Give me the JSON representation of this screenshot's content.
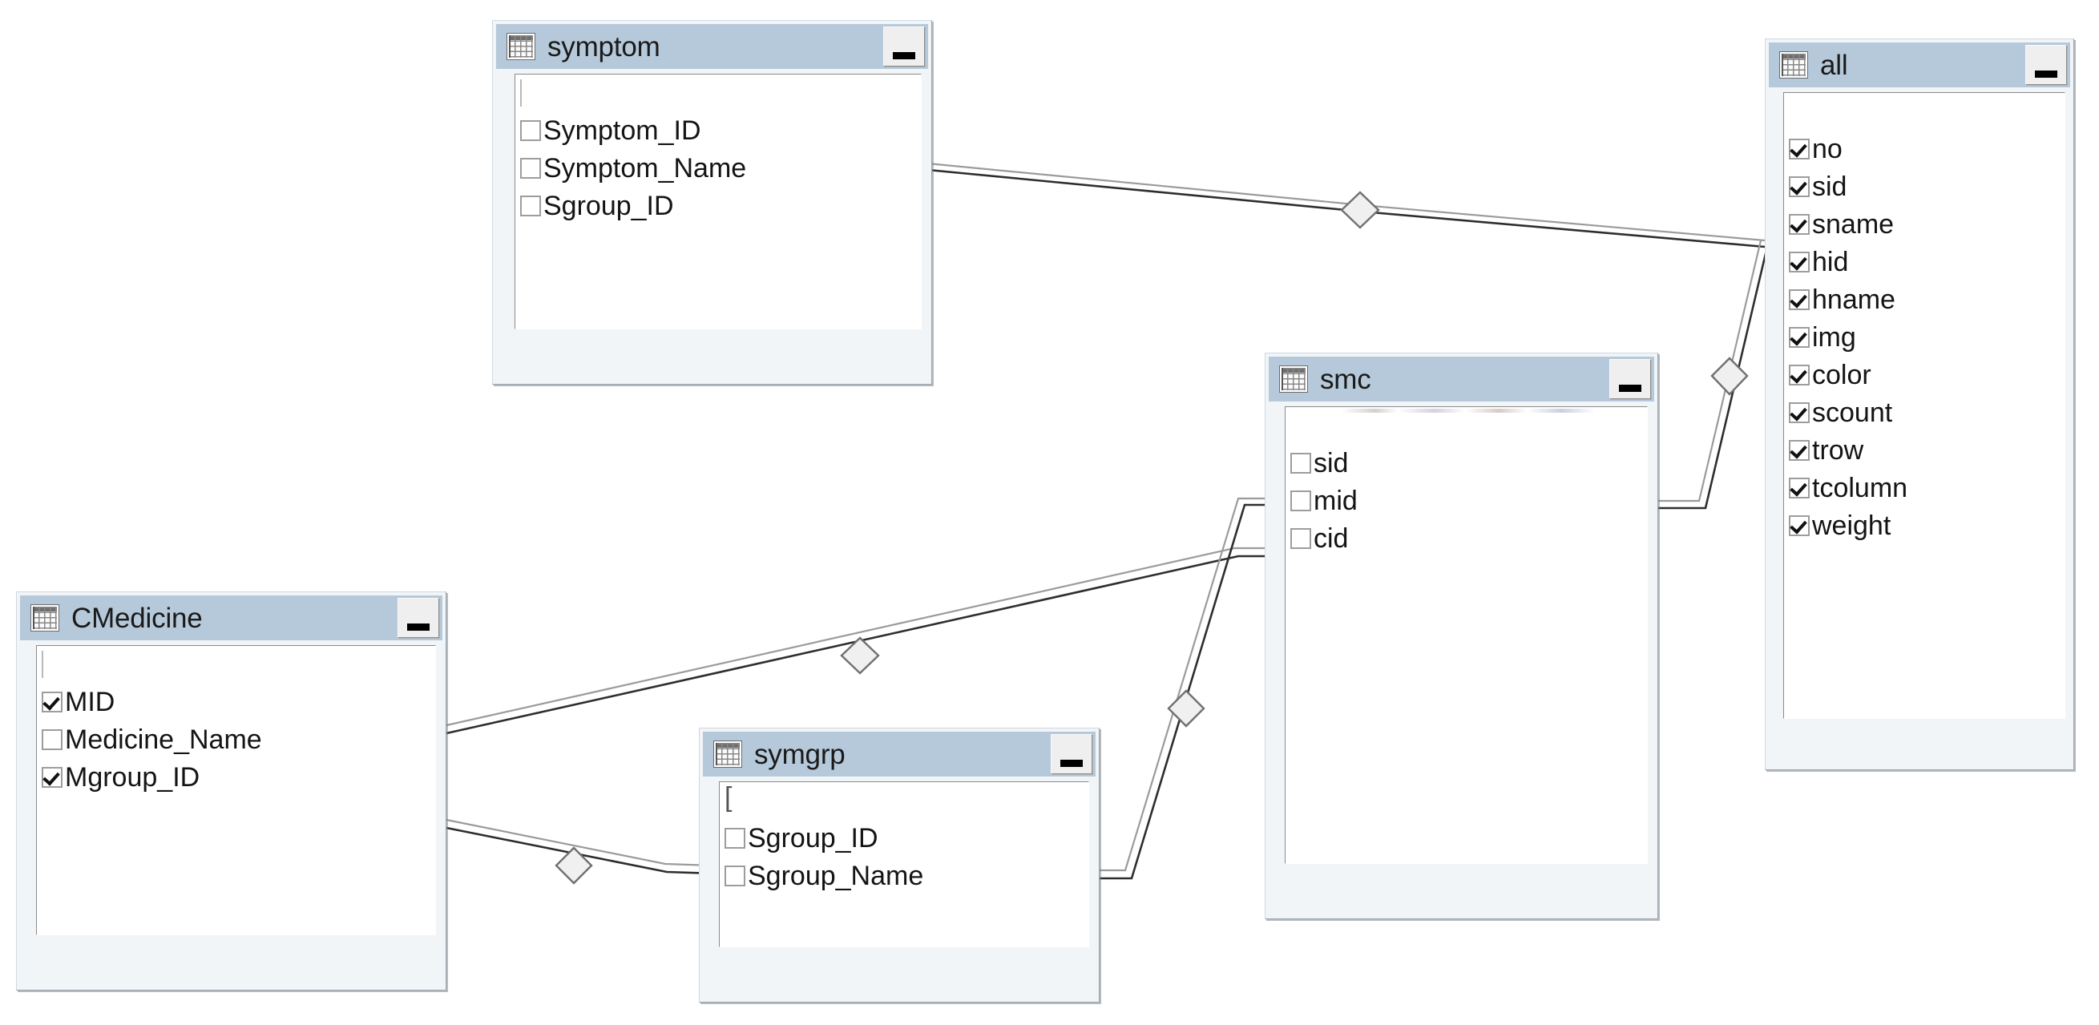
{
  "diagram": {
    "type": "database-relationship-diagram",
    "title_bar_color": "#b6c9da",
    "background_color": "#ffffff",
    "connector_color": "#3a3a3a",
    "tables": [
      {
        "id": "symptom",
        "name": "symptom",
        "icon": "table-grid-icon",
        "minimize_label": "",
        "has_blank_first_row": true,
        "blank_row_marker": "caret",
        "fields": [
          {
            "label": "Symptom_ID",
            "checked": false
          },
          {
            "label": "Symptom_Name",
            "checked": false
          },
          {
            "label": "Sgroup_ID",
            "checked": false
          }
        ]
      },
      {
        "id": "all",
        "name": "all",
        "icon": "table-grid-icon",
        "minimize_label": "",
        "has_blank_first_row": true,
        "blank_row_marker": "none",
        "fields": [
          {
            "label": "no",
            "checked": true
          },
          {
            "label": "sid",
            "checked": true
          },
          {
            "label": "sname",
            "checked": true
          },
          {
            "label": "hid",
            "checked": true
          },
          {
            "label": "hname",
            "checked": true
          },
          {
            "label": "img",
            "checked": true
          },
          {
            "label": "color",
            "checked": true
          },
          {
            "label": "scount",
            "checked": true
          },
          {
            "label": "trow",
            "checked": true
          },
          {
            "label": "tcolumn",
            "checked": true
          },
          {
            "label": "weight",
            "checked": true
          }
        ]
      },
      {
        "id": "smc",
        "name": "smc",
        "icon": "table-grid-icon",
        "minimize_label": "",
        "has_blank_first_row": true,
        "blank_row_marker": "smudge",
        "fields": [
          {
            "label": "sid",
            "checked": false
          },
          {
            "label": "mid",
            "checked": false
          },
          {
            "label": "cid",
            "checked": false
          }
        ]
      },
      {
        "id": "cmedicine",
        "name": "CMedicine",
        "icon": "table-grid-icon",
        "minimize_label": "",
        "has_blank_first_row": true,
        "blank_row_marker": "caret",
        "fields": [
          {
            "label": "MID",
            "checked": true
          },
          {
            "label": "Medicine_Name",
            "checked": false
          },
          {
            "label": "Mgroup_ID",
            "checked": true
          }
        ]
      },
      {
        "id": "symgrp",
        "name": "symgrp",
        "icon": "table-grid-icon",
        "minimize_label": "",
        "has_blank_first_row": true,
        "blank_row_marker": "bracket",
        "fields": [
          {
            "label": "Sgroup_ID",
            "checked": false
          },
          {
            "label": "Sgroup_Name",
            "checked": false
          }
        ]
      }
    ],
    "relationships": [
      {
        "from": "symptom",
        "to": "all",
        "marker": "diamond"
      },
      {
        "from": "smc",
        "to": "all",
        "marker": "diamond"
      },
      {
        "from": "cmedicine",
        "to": "smc",
        "marker": "diamond"
      },
      {
        "from": "cmedicine",
        "to": "symgrp",
        "marker": "diamond"
      },
      {
        "from": "symgrp",
        "to": "smc",
        "marker": "diamond"
      }
    ]
  }
}
